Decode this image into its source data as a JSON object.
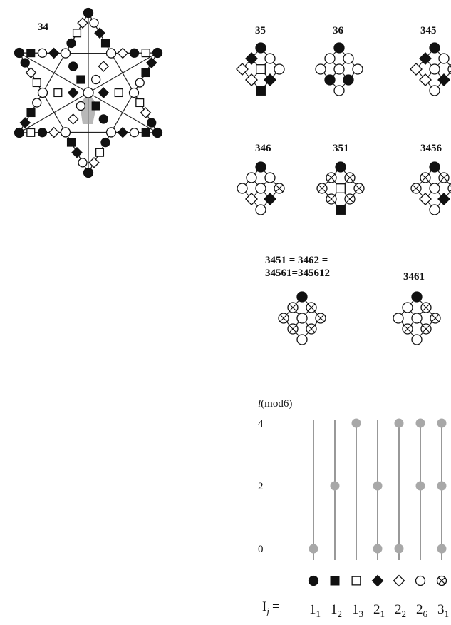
{
  "star_label": "34",
  "motifs": [
    {
      "label": "35",
      "nodes": [
        "black-circle",
        "black-diamond",
        "white-circle",
        "white-diamond",
        "white-square",
        "white-circle",
        "white-diamond",
        "black-diamond",
        "black-square"
      ]
    },
    {
      "label": "36",
      "nodes": [
        "black-circle",
        "white-circle",
        "white-circle",
        "white-circle",
        "white-circle",
        "white-circle",
        "black-circle",
        "black-circle",
        "white-circle"
      ]
    },
    {
      "label": "345",
      "nodes": [
        "black-circle",
        "black-diamond",
        "white-circle",
        "white-diamond",
        "white-circle",
        "cross-circle",
        "white-diamond",
        "black-diamond",
        "white-circle"
      ]
    },
    {
      "label": "346",
      "nodes": [
        "black-circle",
        "white-circle",
        "white-circle",
        "white-circle",
        "white-circle",
        "cross-circle",
        "white-diamond",
        "black-diamond",
        "white-circle"
      ]
    },
    {
      "label": "351",
      "nodes": [
        "black-circle",
        "cross-circle",
        "cross-circle",
        "cross-circle",
        "white-square",
        "cross-circle",
        "cross-circle",
        "cross-circle",
        "black-square"
      ]
    },
    {
      "label": "3456",
      "nodes": [
        "black-circle",
        "cross-circle",
        "cross-circle",
        "cross-circle",
        "white-circle",
        "cross-circle",
        "white-diamond",
        "black-diamond",
        "white-circle"
      ]
    },
    {
      "label": "3451 = 3462 =\n34561=345612",
      "nodes": [
        "black-circle",
        "cross-circle",
        "cross-circle",
        "cross-circle",
        "white-circle",
        "cross-circle",
        "cross-circle",
        "cross-circle",
        "white-circle"
      ]
    },
    {
      "label": "3461",
      "nodes": [
        "black-circle",
        "white-circle",
        "cross-circle",
        "white-circle",
        "white-circle",
        "cross-circle",
        "cross-circle",
        "cross-circle",
        "white-circle"
      ]
    }
  ],
  "level_chart": {
    "ylabel_italic": "l",
    "ylabel_rest": "(mod6)",
    "yticks": [
      "4",
      "2",
      "0"
    ],
    "columns": [
      {
        "symbol": "black-circle",
        "base": "1",
        "sub": "1",
        "levels": [
          0
        ]
      },
      {
        "symbol": "black-square",
        "base": "1",
        "sub": "2",
        "levels": [
          2
        ]
      },
      {
        "symbol": "white-square",
        "base": "1",
        "sub": "3",
        "levels": [
          4
        ]
      },
      {
        "symbol": "black-diamond",
        "base": "2",
        "sub": "1",
        "levels": [
          0,
          2
        ]
      },
      {
        "symbol": "white-diamond",
        "base": "2",
        "sub": "2",
        "levels": [
          0,
          4
        ]
      },
      {
        "symbol": "white-circle",
        "base": "2",
        "sub": "6",
        "levels": [
          2,
          4
        ]
      },
      {
        "symbol": "cross-circle",
        "base": "3",
        "sub": "1",
        "levels": [
          0,
          2,
          4
        ]
      }
    ],
    "index_label_base": "I",
    "index_label_sub": "j",
    "index_label_eq": "="
  }
}
